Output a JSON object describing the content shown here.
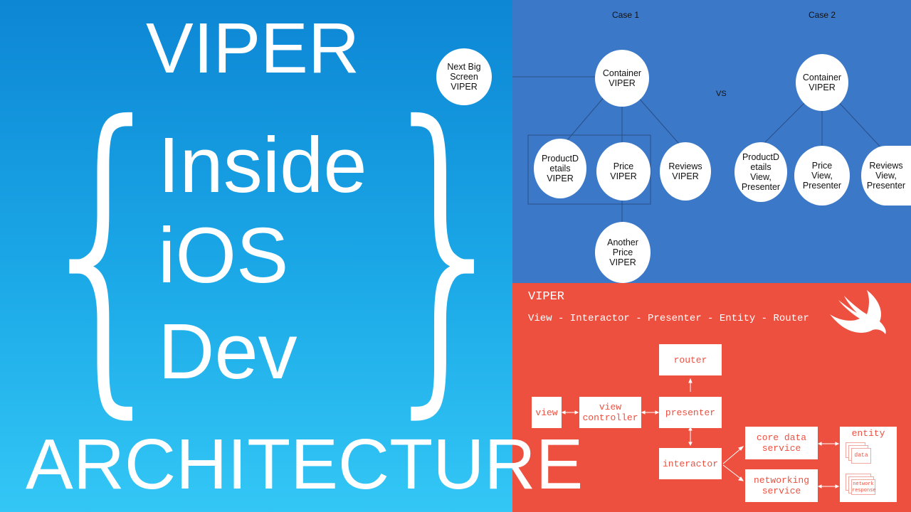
{
  "left": {
    "title_top": "VIPER",
    "brace_open": "{",
    "brace_close": "}",
    "line1": "Inside",
    "line2": "iOS",
    "line3": "Dev",
    "title_bottom": "ARCHITECTURE"
  },
  "diagram_cases": {
    "case1_label": "Case 1",
    "case2_label": "Case 2",
    "vs_label": "VS",
    "case1": {
      "next_big_screen": "Next Big\nScreen\nVIPER",
      "container": "Container\nVIPER",
      "product_details": "ProductD\netails\nVIPER",
      "price": "Price\nVIPER",
      "reviews": "Reviews\nVIPER",
      "another_price": "Another\nPrice\nVIPER"
    },
    "case2": {
      "container": "Container\nVIPER",
      "product_details": "ProductD\netails\nView,\nPresenter",
      "price": "Price\nView,\nPresenter",
      "reviews": "Reviews\nView,\nPresenter"
    }
  },
  "viper_diagram": {
    "title": "VIPER",
    "subtitle": "View - Interactor - Presenter - Entity - Router",
    "router": "router",
    "view": "view",
    "view_controller": "view\ncontroller",
    "presenter": "presenter",
    "interactor": "interactor",
    "core_data_service": "core data\nservice",
    "networking_service": "networking\nservice",
    "entity": "entity",
    "data": "data",
    "network_response": "network\nresponse",
    "swift_logo": "swift-logo"
  },
  "colors": {
    "left_gradient_top": "#0d86d4",
    "left_gradient_bottom": "#33c7f5",
    "top_right_bg": "#3b78c8",
    "bottom_right_bg": "#ee5040"
  }
}
